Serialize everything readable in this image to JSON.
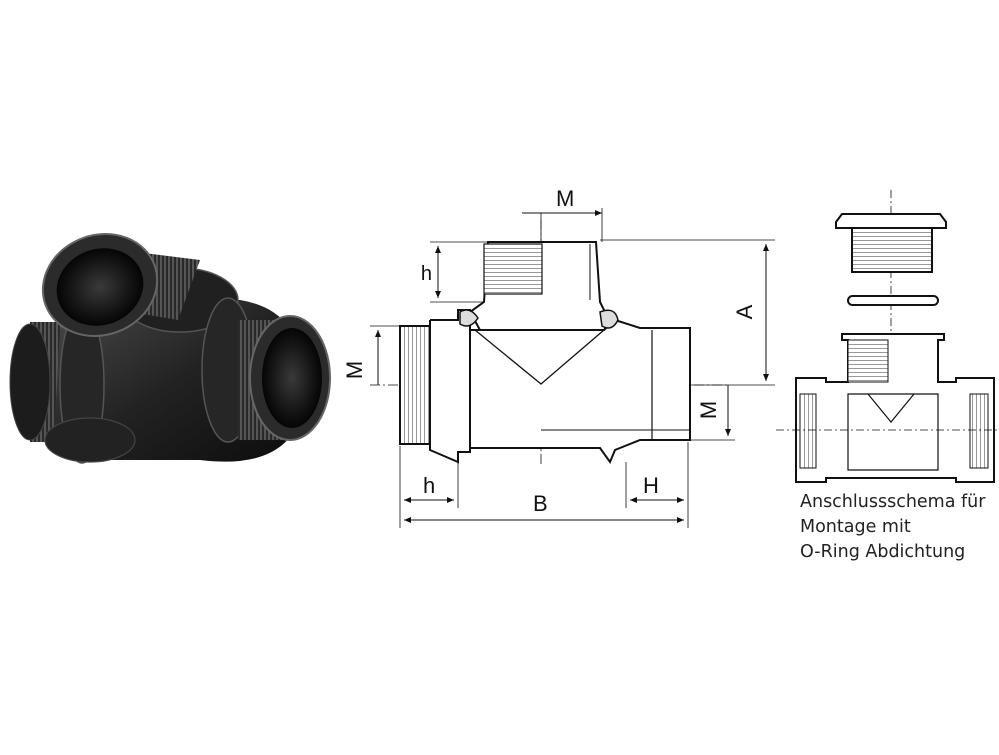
{
  "drawing": {
    "labels": {
      "top_m": "M",
      "h_top": "h",
      "a": "A",
      "left_m": "M",
      "right_m": "M",
      "h_bottom": "h",
      "b": "B",
      "h_cap": "H"
    }
  },
  "caption": {
    "line1": "Anschlussschema für",
    "line2": "Montage mit",
    "line3": "O-Ring Abdichtung"
  }
}
